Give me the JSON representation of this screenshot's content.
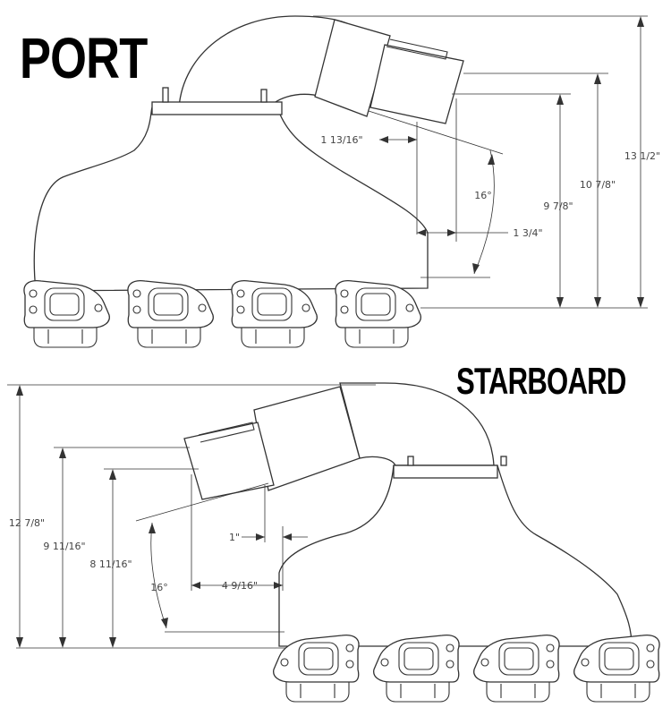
{
  "port": {
    "title": "PORT",
    "dims": {
      "overall_height": "13 1/2\"",
      "outlet_height": "10 7/8\"",
      "flange_height": "9 7/8\"",
      "outlet_offset": "1 13/16\"",
      "side_offset": "1 3/4\"",
      "angle": "16°"
    }
  },
  "starboard": {
    "title": "STARBOARD",
    "dims": {
      "overall_height": "12 7/8\"",
      "outlet_height": "9 11/16\"",
      "flange_height": "8 11/16\"",
      "outlet_offset": "1\"",
      "side_offset": "4 9/16\"",
      "angle": "16°"
    }
  }
}
